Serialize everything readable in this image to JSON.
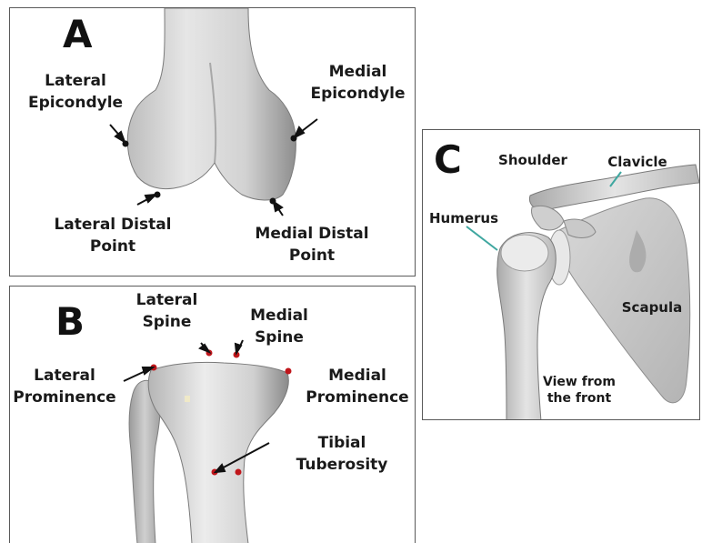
{
  "panel_a": {
    "letter": "A",
    "labels": {
      "lateral_epicondyle": [
        "Lateral",
        "Epicondyle"
      ],
      "medial_epicondyle": [
        "Medial",
        "Epicondyle"
      ],
      "lateral_distal_point": [
        "Lateral Distal",
        "Point"
      ],
      "medial_distal_point": [
        "Medial Distal",
        "Point"
      ]
    }
  },
  "panel_b": {
    "letter": "B",
    "labels": {
      "lateral_spine": [
        "Lateral",
        "Spine"
      ],
      "medial_spine": [
        "Medial",
        "Spine"
      ],
      "lateral_prominence": [
        "Lateral",
        "Prominence"
      ],
      "medial_prominence": [
        "Medial",
        "Prominence"
      ],
      "tibial_tuberosity": [
        "Tibial",
        "Tuberosity"
      ]
    }
  },
  "panel_c": {
    "letter": "C",
    "labels": {
      "shoulder": "Shoulder",
      "clavicle": "Clavicle",
      "humerus": "Humerus",
      "scapula": "Scapula",
      "view": [
        "View from",
        "the front"
      ]
    }
  },
  "colors": {
    "landmark_marker_a": "#111111",
    "landmark_marker_b": "#c0161b",
    "label_pointer_c": "#3fa7a0"
  }
}
